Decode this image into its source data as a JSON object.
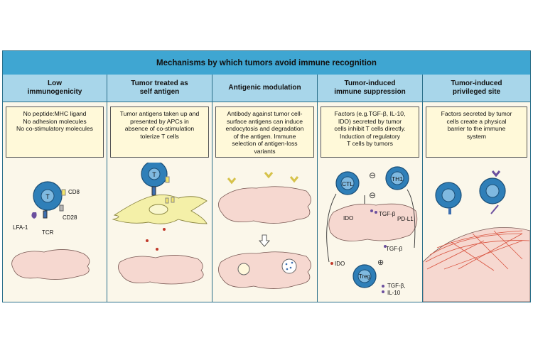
{
  "title": "Mechanisms by which tumors avoid immune recognition",
  "columns": [
    {
      "heading": "Low\nimmunogenicity",
      "description": "No peptide:MHC ligand\nNo adhesion molecules\nNo co-stimulatory molecules",
      "labels": {
        "t": "T",
        "cd8": "CD8",
        "cd28": "CD28",
        "lfa1": "LFA-1",
        "tcr": "TCR"
      }
    },
    {
      "heading": "Tumor treated as\nself antigen",
      "description": "Tumor antigens taken up and\npresented by APCs in\nabsence of co-stimulation\ntolerize T cells",
      "labels": {
        "t": "T"
      }
    },
    {
      "heading": "Antigenic modulation",
      "description": "Antibody against tumor cell-\nsurface antigens can induce\nendocytosis and degradation\nof the antigen. Immune\nselection of antigen-loss\nvariants",
      "labels": {}
    },
    {
      "heading": "Tumor-induced\nimmune suppression",
      "description": "Factors (e.g.TGF-β, IL-10,\nIDO) secreted by tumor\ncells inhibit T cells directly.\nInduction of regulatory\nT cells by tumors",
      "labels": {
        "ctl": "CTL",
        "th1": "TH1",
        "th1_sub": "1",
        "treg": "Treg",
        "treg_sub": "reg",
        "ido1": "IDO",
        "tgfb1": "TGF-β",
        "pdl1": "PD-L1",
        "tgfb2": "TGF-β",
        "ido2": "IDO",
        "tgfb_il10": "TGF-β,",
        "il10": "IL-10"
      }
    },
    {
      "heading": "Tumor-induced\nprivileged site",
      "description": "Factors secreted by tumor\ncells create a physical\nbarrier to the immune\nsystem",
      "labels": {}
    }
  ],
  "colors": {
    "header": "#3fa6d2",
    "subheader": "#a8d6ea",
    "desc_bg": "#fff9d9",
    "tumor": "#f6d8d0",
    "tcell": "#2f7fb8",
    "apc": "#f4f0a8",
    "ecm": "#d9533f"
  }
}
